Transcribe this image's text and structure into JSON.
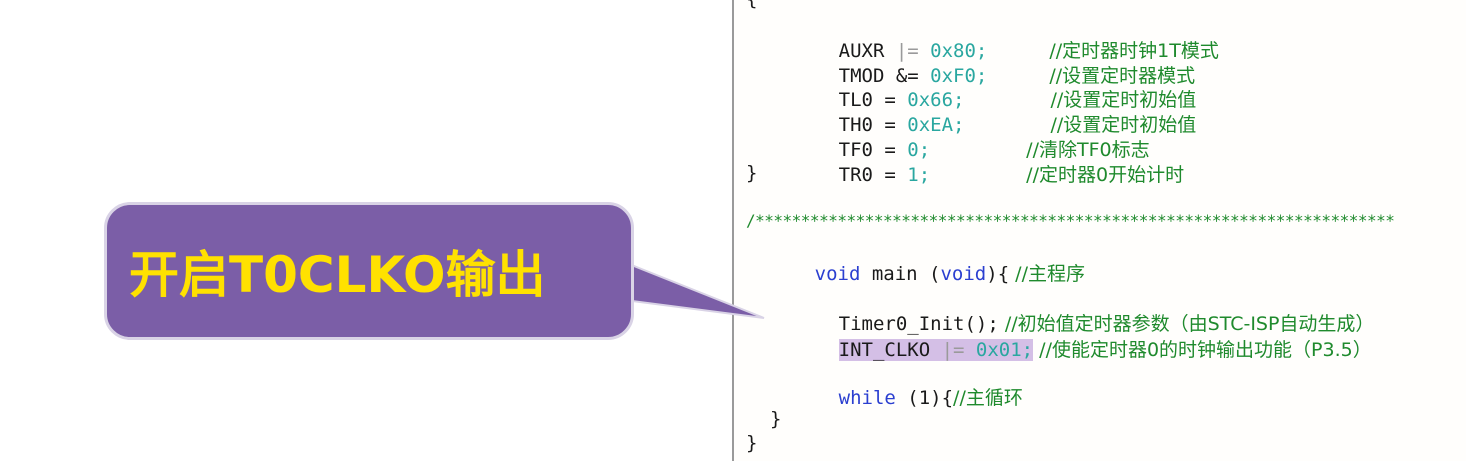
{
  "callout": {
    "text": "开启T0CLKO输出"
  },
  "code": {
    "brace_open_partial": "{",
    "lines": [
      {
        "code": "AUXR",
        "op": " |= ",
        "num": "0x80;",
        "comment": "//定时器时钟1T模式"
      },
      {
        "code": "TMOD &= ",
        "num": "0xF0;",
        "comment": "//设置定时器模式"
      },
      {
        "code": "TL0 = ",
        "num": "0x66;",
        "comment": "//设置定时初始值"
      },
      {
        "code": "TH0 = ",
        "num": "0xEA;",
        "comment": "//设置定时初始值"
      },
      {
        "code": "TF0 = ",
        "num": "0;",
        "comment": "//清除TF0标志"
      },
      {
        "code": "TR0 = ",
        "num": "1;",
        "comment": "//定时器0开始计时"
      }
    ],
    "brace_close": "}",
    "separator": "/**********************************************************************",
    "main_void1": "void",
    "main_mid": " main (",
    "main_void2": "void",
    "main_end": "){",
    "main_comment": " //主程序",
    "timer_init": "Timer0_Init();",
    "timer_init_comment": " //初始值定时器参数（由STC-ISP自动生成）",
    "clko_name": "INT_CLKO",
    "clko_op": " |= ",
    "clko_num": "0x01;",
    "clko_comment": " //使能定时器0的时钟输出功能（P3.5）",
    "while_kw": "while",
    "while_mid": " (1){",
    "while_comment": "//主循环",
    "inner_close": "}",
    "outer_close": "}"
  },
  "colors": {
    "callout_bg": "#7b5ea7",
    "callout_text": "#ffe100",
    "comment": "#1f8a2d",
    "number": "#2aa7a0",
    "keyword": "#2b3fd0",
    "highlight": "#d4bfe6"
  }
}
